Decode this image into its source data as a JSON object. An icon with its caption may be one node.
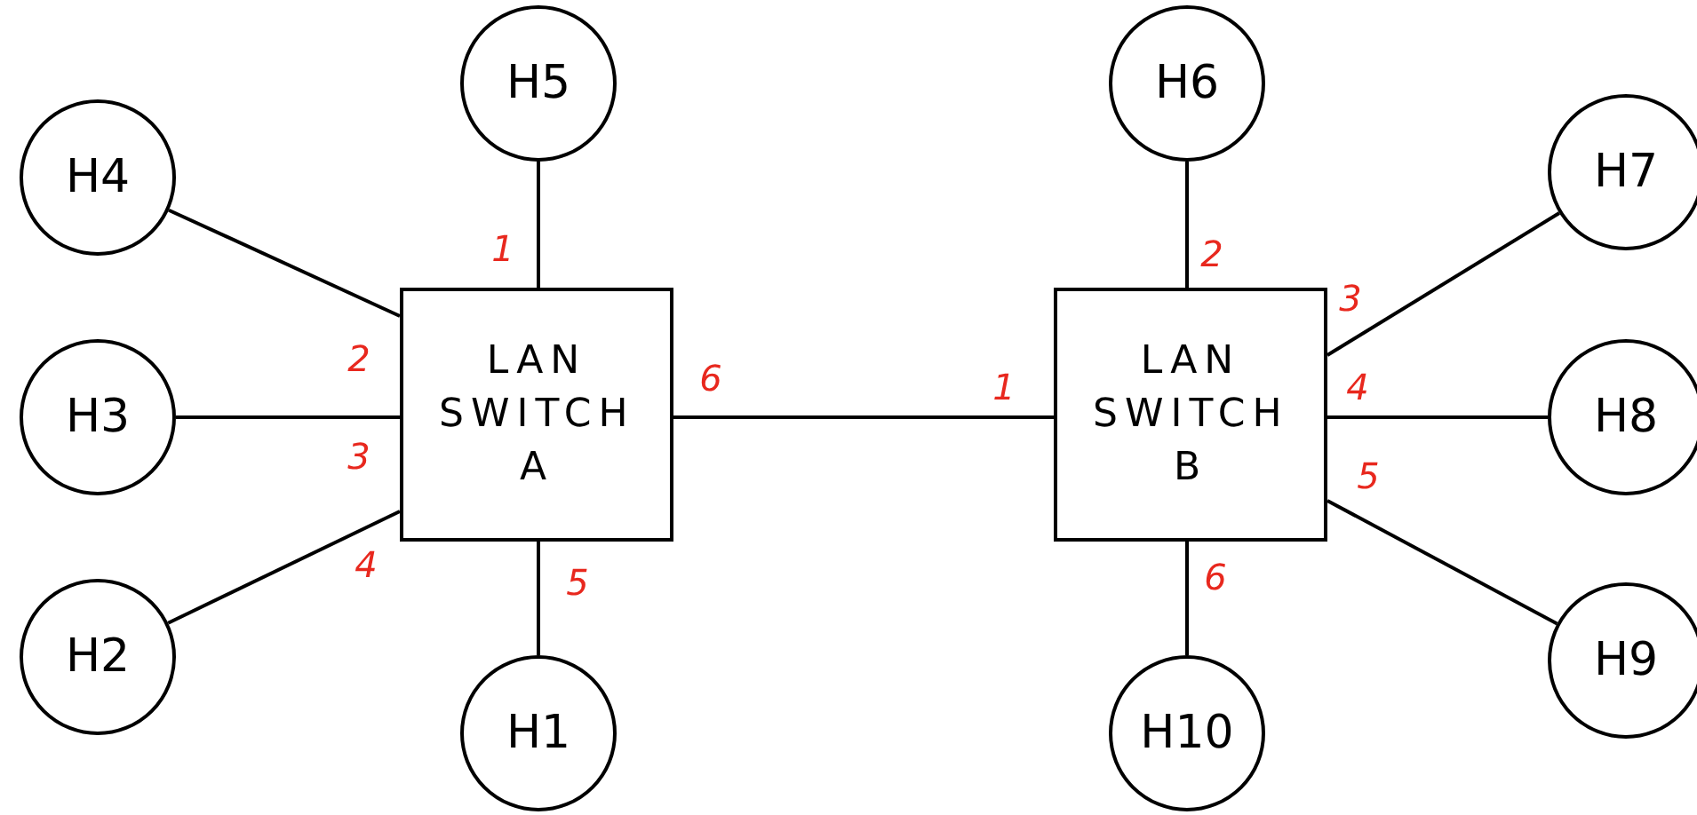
{
  "diagram": {
    "nodes": [
      {
        "text": [
          "H5"
        ]
      },
      {
        "text": [
          "H6"
        ]
      },
      {
        "text": [
          "H4"
        ]
      },
      {
        "text": [
          "H7"
        ]
      },
      {
        "text": [
          "LAN SWITCH",
          "A"
        ]
      },
      {
        "text": [
          "LAN SWITCH",
          "B"
        ]
      },
      {
        "text": [
          "H3"
        ]
      },
      {
        "text": [
          "H8"
        ]
      },
      {
        "text": [
          "H2"
        ]
      },
      {
        "text": [
          "H9"
        ]
      },
      {
        "text": [
          "H1"
        ]
      },
      {
        "text": [
          "H10"
        ]
      }
    ],
    "edges": [
      {
        "from": 0,
        "to": 4,
        "arrow": "none"
      },
      {
        "from": 2,
        "to": 4,
        "arrow": "none"
      },
      {
        "from": 6,
        "to": 4,
        "arrow": "none"
      },
      {
        "from": 8,
        "to": 4,
        "arrow": "none"
      },
      {
        "from": 10,
        "to": 4,
        "arrow": "none"
      },
      {
        "from": 4,
        "to": 5,
        "arrow": "none"
      },
      {
        "from": 5,
        "to": 1,
        "arrow": "none"
      },
      {
        "from": 5,
        "to": 3,
        "arrow": "none"
      },
      {
        "from": 5,
        "to": 7,
        "arrow": "none"
      },
      {
        "from": 5,
        "to": 9,
        "arrow": "none"
      },
      {
        "from": 5,
        "to": 11,
        "arrow": "none"
      }
    ],
    "labels": [
      "1",
      "2",
      "3",
      "2",
      "6",
      "1",
      "4",
      "3",
      "5",
      "4",
      "5",
      "6"
    ]
  }
}
